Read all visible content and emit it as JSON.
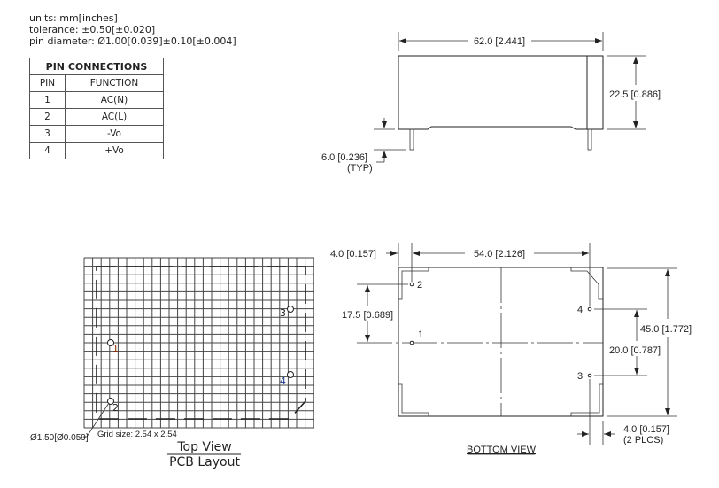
{
  "notes": {
    "units": "units: mm[inches]",
    "tolerance": "tolerance: ±0.50[±0.020]",
    "pin_diameter": "pin diameter: Ø1.00[0.039]±0.10[±0.004]"
  },
  "pin_table": {
    "title": "PIN CONNECTIONS",
    "headers": [
      "PIN",
      "FUNCTION"
    ],
    "rows": [
      {
        "pin": "1",
        "function": "AC(N)"
      },
      {
        "pin": "2",
        "function": "AC(L)"
      },
      {
        "pin": "3",
        "function": "-Vo"
      },
      {
        "pin": "4",
        "function": "+Vo"
      }
    ]
  },
  "side_view": {
    "length": "62.0 [2.441]",
    "height": "22.5 [0.886]",
    "pin_length": "6.0 [0.236]",
    "pin_length_note": "(TYP)"
  },
  "pcb_layout": {
    "pins": [
      "1",
      "2",
      "3",
      "4"
    ],
    "hole_dia": "Ø1.50[Ø0.059]",
    "grid_size": "Grid size: 2.54 x 2.54",
    "title_top": "Top View",
    "title_bottom": "PCB Layout"
  },
  "bottom_view": {
    "offset_left": "4.0 [0.157]",
    "pin_span": "54.0 [2.126]",
    "pin2_to_pin1": "17.5 [0.689]",
    "width": "45.0 [1.772]",
    "pin4_to_pin3": "20.0 [0.787]",
    "offset_right": "4.0 [0.157]",
    "offset_right_note": "(2 PLCS)",
    "pins": [
      "1",
      "2",
      "3",
      "4"
    ],
    "label": "BOTTOM VIEW"
  }
}
